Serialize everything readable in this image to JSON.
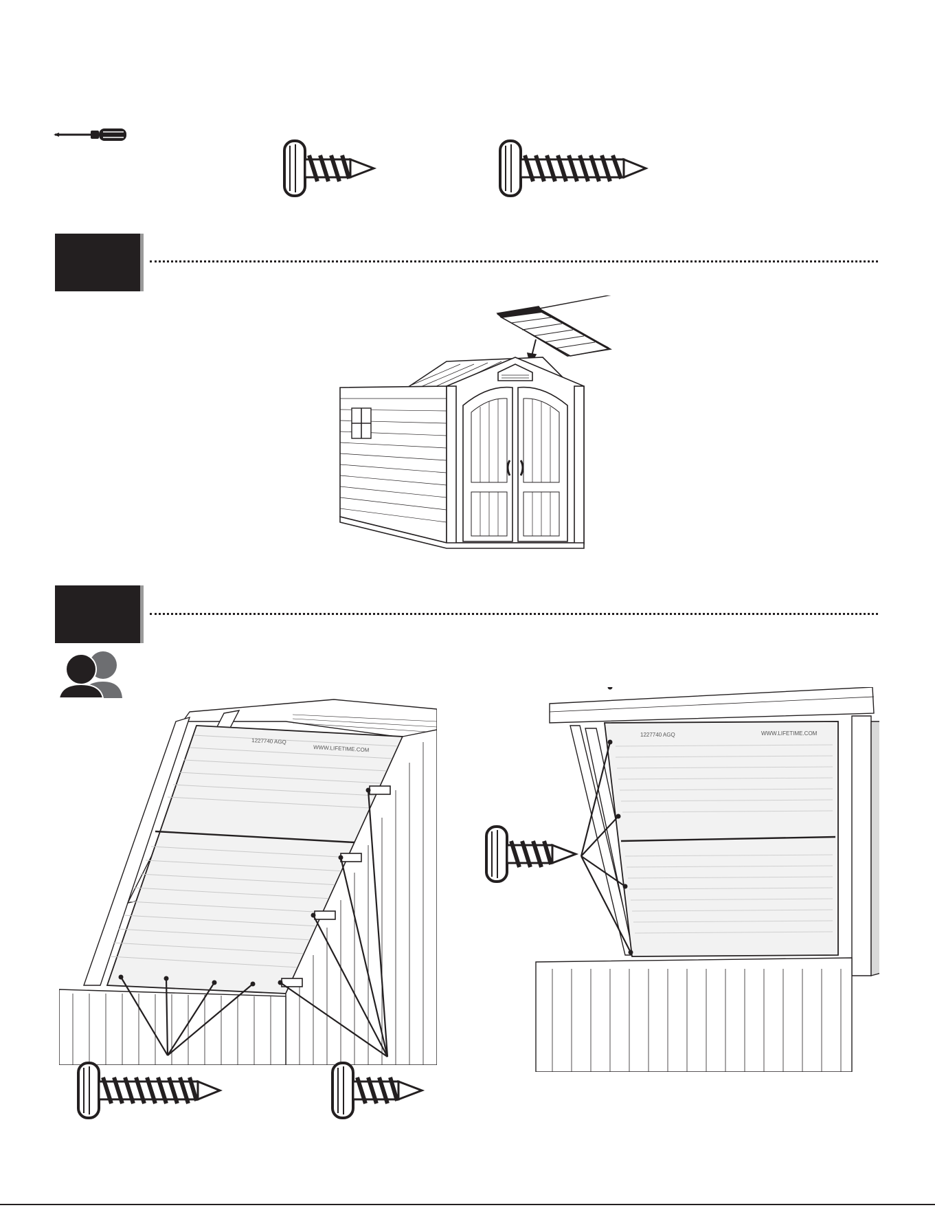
{
  "page": {
    "tools": [
      {
        "name": "screwdriver-icon"
      }
    ],
    "hardware_top": [
      {
        "name": "short-screw-icon"
      },
      {
        "name": "long-screw-icon"
      }
    ],
    "steps": [
      {
        "name": "step-1",
        "number": ""
      },
      {
        "name": "step-2",
        "number": ""
      }
    ],
    "figure1": {
      "panel_text": [
        "1227740 AGQ",
        "WWW.LIFETIME.COM"
      ]
    },
    "figure2": {
      "panel_text": [
        "1227740 AGQ",
        "WWW.LIFETIME.COM"
      ]
    },
    "colors": {
      "ink": "#231f20",
      "step_shadow": "#9a9a9a",
      "two_person_gray": "#6d6e71"
    }
  }
}
